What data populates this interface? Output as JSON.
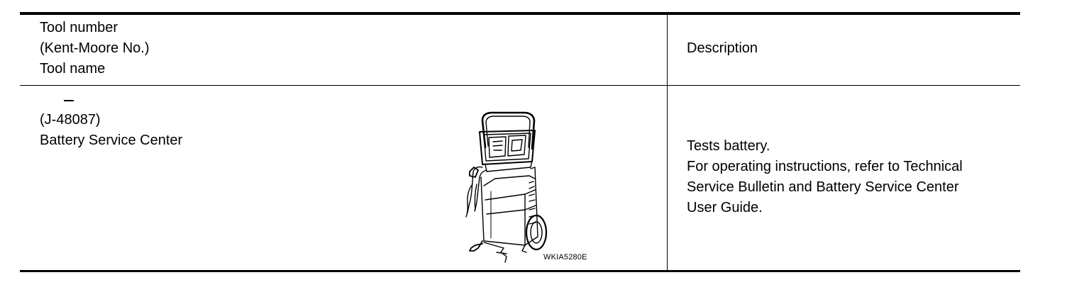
{
  "table": {
    "header": {
      "tool_lines": [
        "Tool number",
        "(Kent-Moore No.)",
        "Tool name"
      ],
      "description": "Description"
    },
    "rows": [
      {
        "tool_number": "—",
        "kent_moore": "(J-48087)",
        "tool_name": "Battery Service Center",
        "illustration": "battery-service-center-cart",
        "figure_code": "WKIA5280E",
        "description_lines": [
          "Tests battery.",
          "For operating instructions, refer to Technical",
          "Service Bulletin and Battery Service Center",
          "User Guide."
        ]
      }
    ]
  }
}
